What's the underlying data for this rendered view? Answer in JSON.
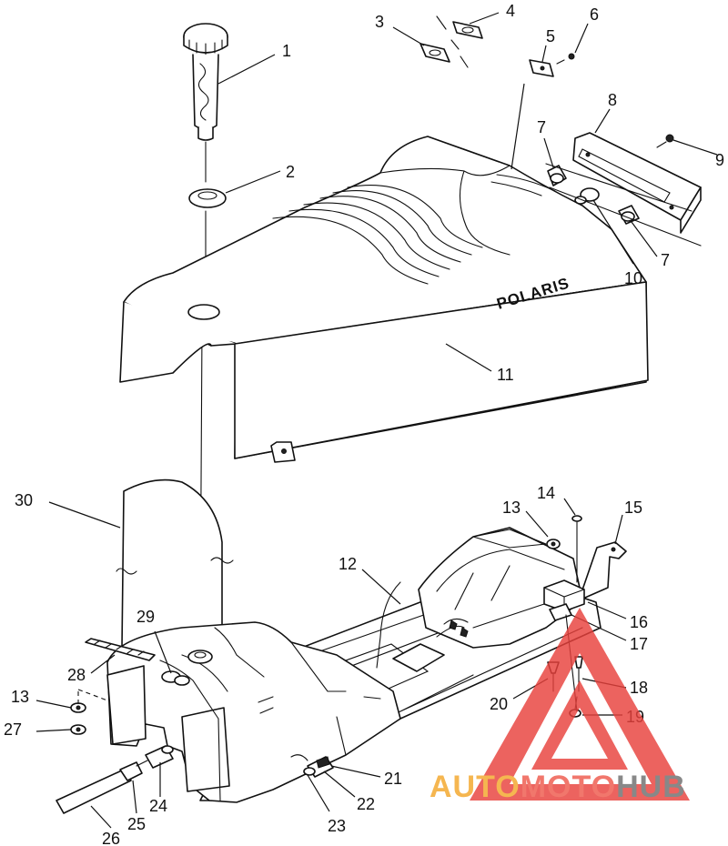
{
  "diagram": {
    "brand_label": "POLARIS",
    "callouts": [
      "1",
      "2",
      "3",
      "4",
      "5",
      "6",
      "7",
      "7",
      "8",
      "9",
      "10",
      "11",
      "12",
      "13",
      "13",
      "14",
      "15",
      "16",
      "17",
      "18",
      "19",
      "20",
      "21",
      "22",
      "23",
      "24",
      "25",
      "26",
      "27",
      "28",
      "29",
      "30"
    ]
  },
  "watermark": {
    "word_part1": "AUTO",
    "word_part2": "MOTO",
    "word_part3": "HUB",
    "colors": {
      "triangle": "#e8413c",
      "part1": "#f4a72a",
      "part2": "#ef5a4c",
      "part3": "#6e6e6e"
    }
  }
}
